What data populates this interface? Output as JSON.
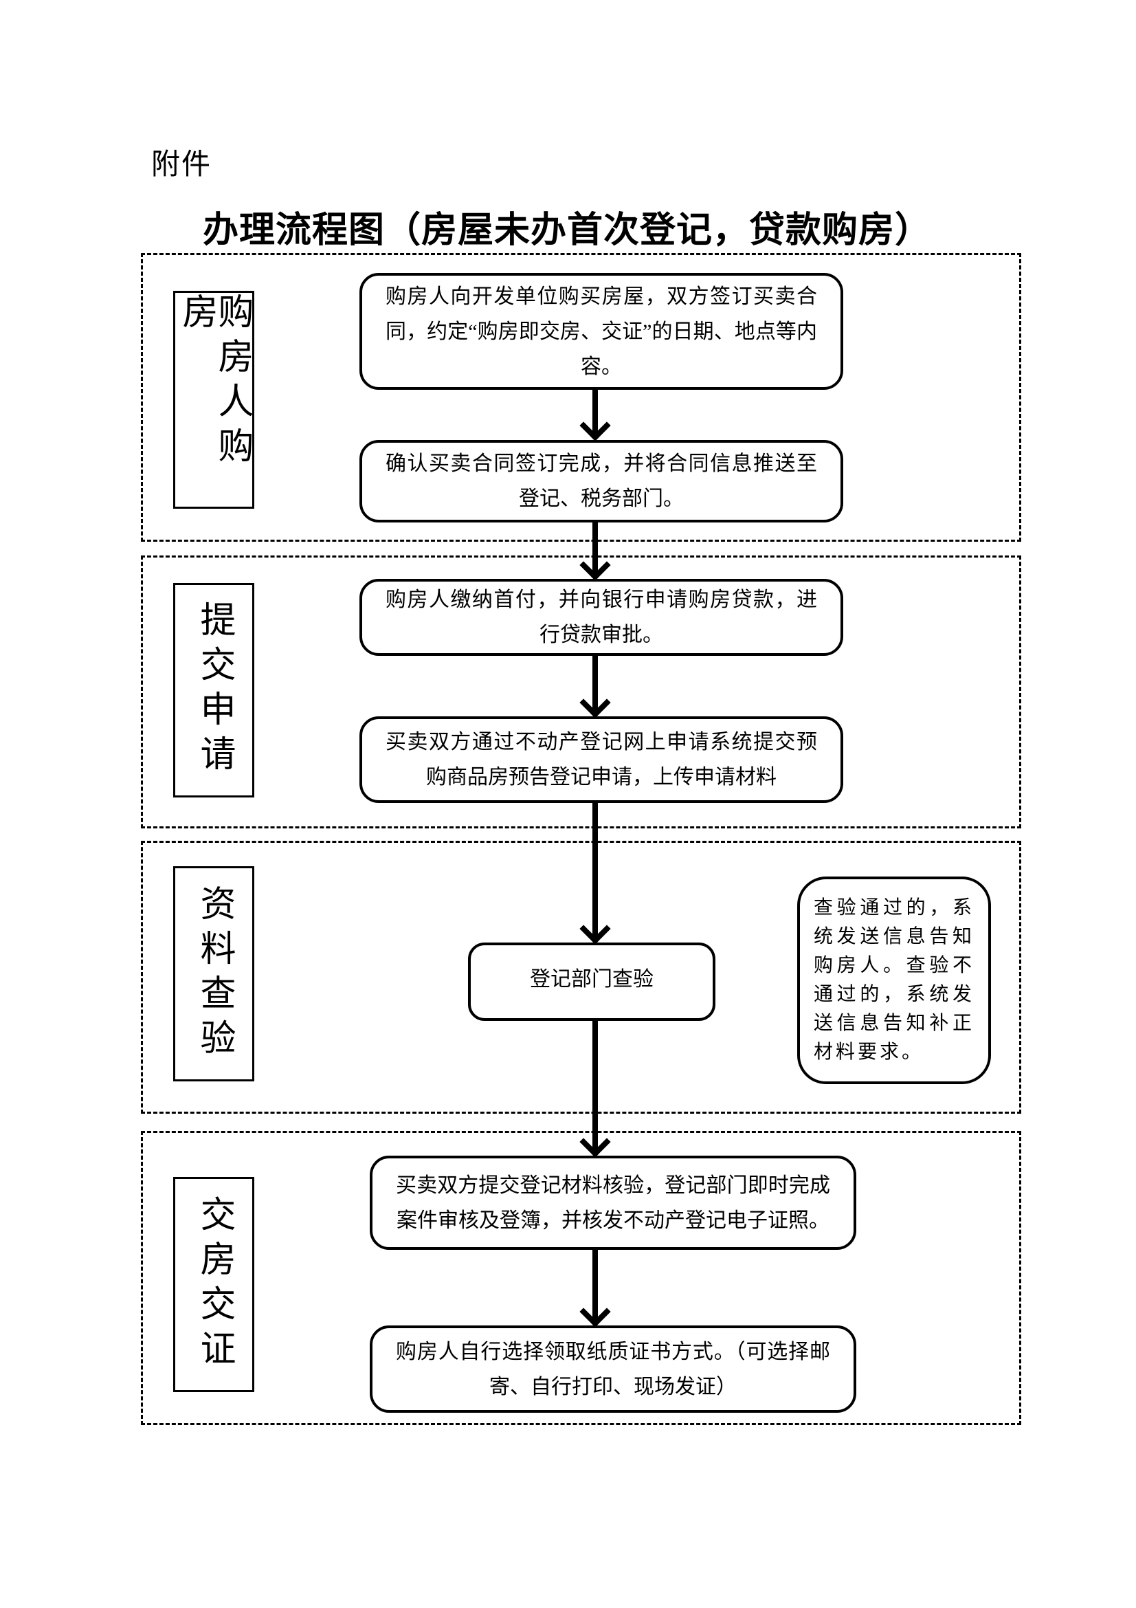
{
  "doc": {
    "attachment_label": "附件",
    "title": "办理流程图（房屋未办首次登记，贷款购房）"
  },
  "sections": [
    {
      "label": "购房人购房",
      "boxes": [
        "购房人向开发单位购买房屋，双方签订买卖合同，约定“购房即交房、交证”的日期、地点等内容。",
        "确认买卖合同签订完成，并将合同信息推送至登记、税务部门。"
      ]
    },
    {
      "label": "提交申请",
      "boxes": [
        "购房人缴纳首付，并向银行申请购房贷款，进行贷款审批。",
        "买卖双方通过不动产登记网上申请系统提交预购商品房预告登记申请，上传申请材料"
      ]
    },
    {
      "label": "资料查验",
      "boxes": [
        "登记部门查验"
      ],
      "side_note": "查验通过的，系统发送信息告知购房人。查验不通过的，系统发送信息告知补正材料要求。"
    },
    {
      "label": "交房交证",
      "boxes": [
        "买卖双方提交登记材料核验，登记部门即时完成案件审核及登簿，并核发不动产登记电子证照。",
        "购房人自行选择领取纸质证书方式。（可选择邮寄、自行打印、现场发证）"
      ]
    }
  ]
}
